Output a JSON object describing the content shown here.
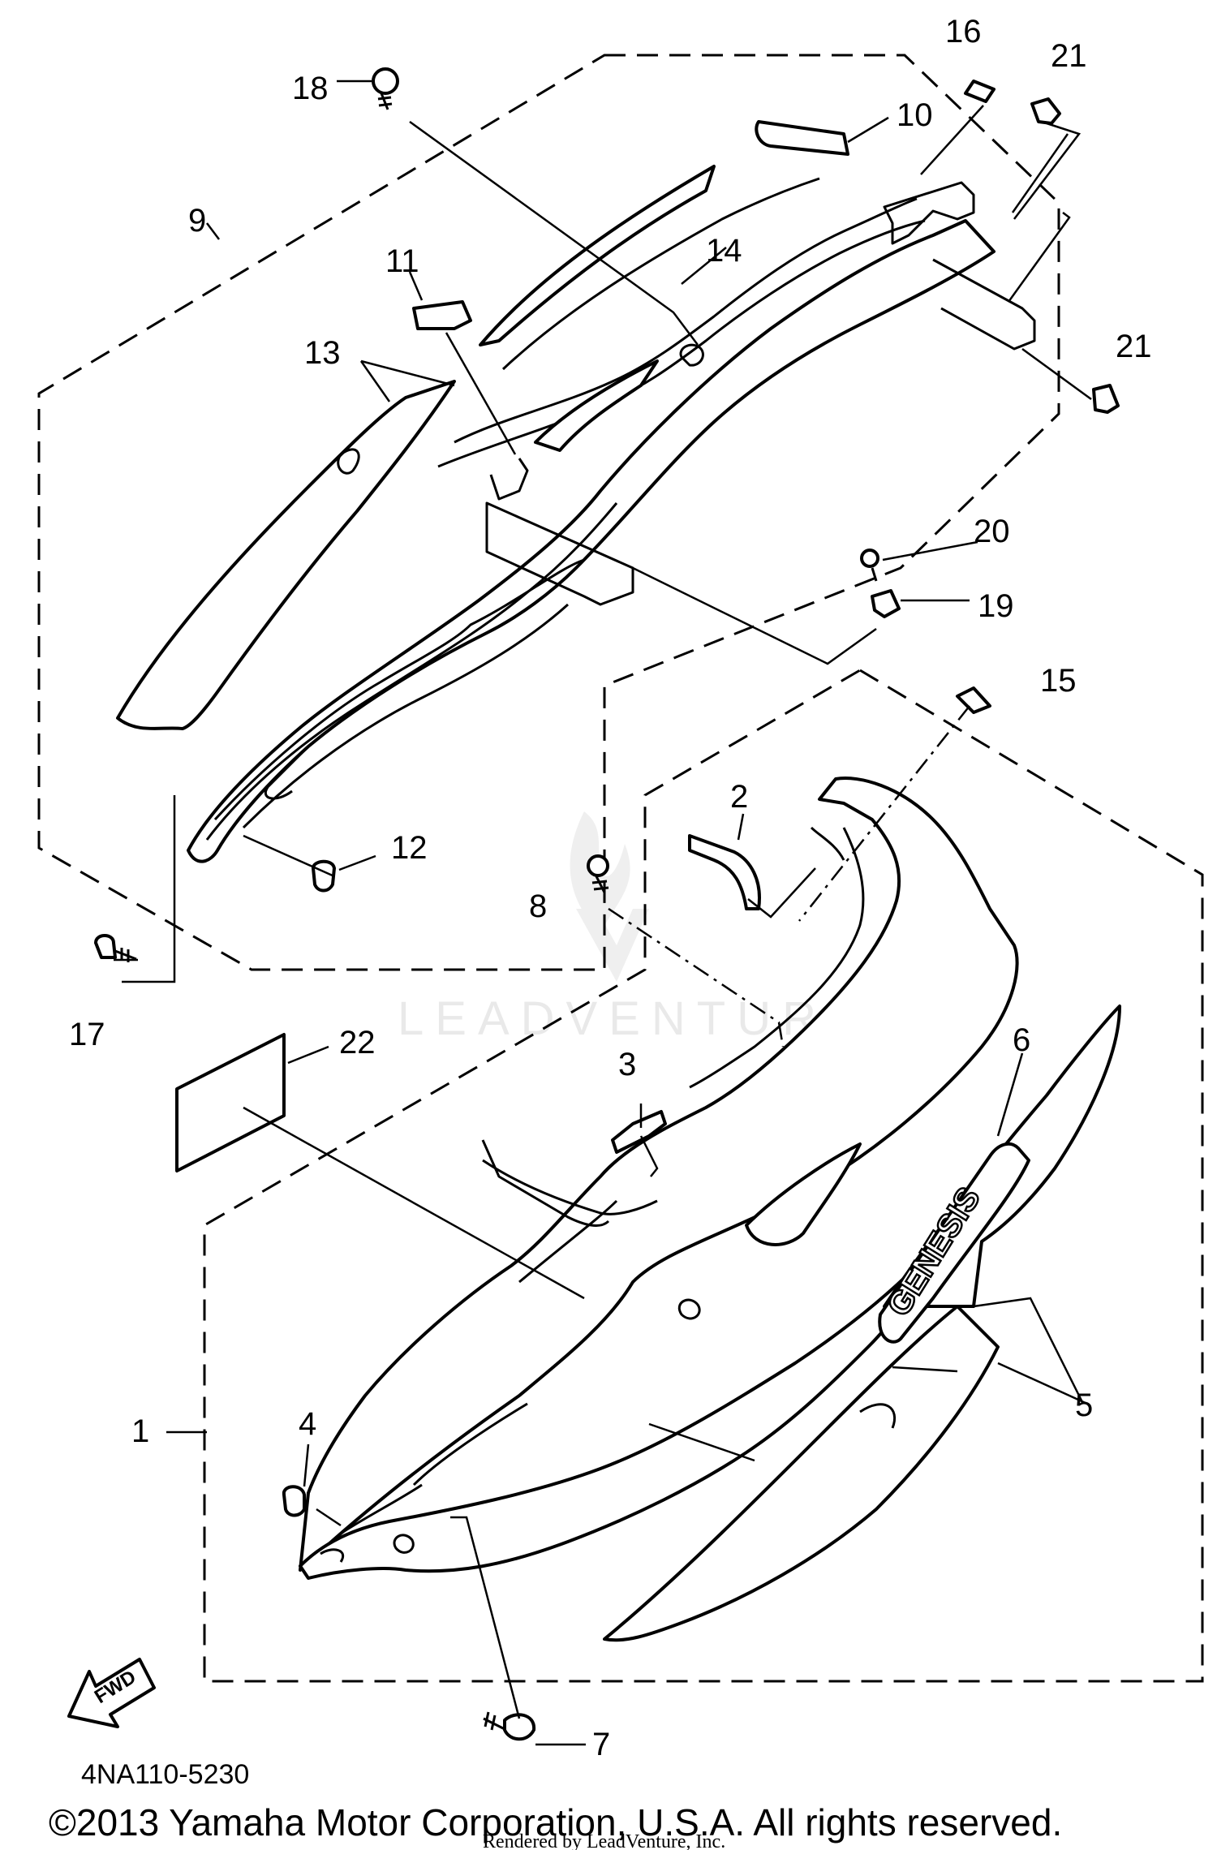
{
  "diagram_code": "4NA110-5230",
  "copyright": "©2013 Yamaha Motor Corporation, U.S.A. All rights reserved.",
  "rendered_by": "Rendered by LeadVenture, Inc.",
  "watermark": "LEADVENTURE",
  "fwd_label": "FWD",
  "emblem_text": "GENESIS",
  "callouts": {
    "c1": "1",
    "c2": "2",
    "c3": "3",
    "c4": "4",
    "c5": "5",
    "c6": "6",
    "c7": "7",
    "c8": "8",
    "c9": "9",
    "c10": "10",
    "c11": "11",
    "c12": "12",
    "c13": "13",
    "c14": "14",
    "c15": "15",
    "c16": "16",
    "c17": "17",
    "c18": "18",
    "c19": "19",
    "c20": "20",
    "c21a": "21",
    "c21b": "21",
    "c22": "22"
  }
}
